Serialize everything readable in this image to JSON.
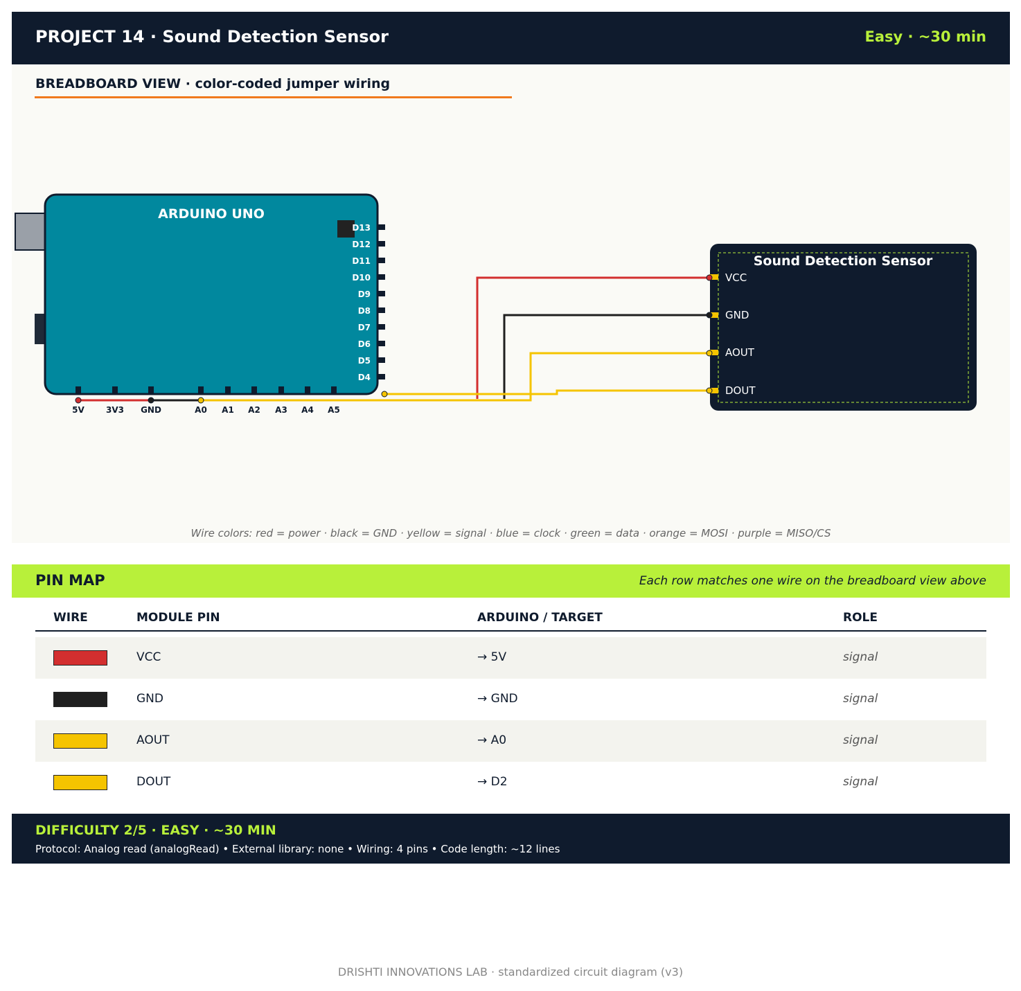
{
  "header": {
    "title": "PROJECT 14 · Sound Detection Sensor",
    "meta": "Easy · ~30 min"
  },
  "breadboard": {
    "title": "BREADBOARD VIEW · color-coded jumper wiring",
    "board_label": "ARDUINO UNO",
    "digital_pins": [
      "D13",
      "D12",
      "D11",
      "D10",
      "D9",
      "D8",
      "D7",
      "D6",
      "D5",
      "D4"
    ],
    "bottom_pins": [
      "5V",
      "3V3",
      "GND",
      "A0",
      "A1",
      "A2",
      "A3",
      "A4",
      "A5"
    ],
    "module": {
      "title": "Sound Detection Sensor",
      "pins": [
        "VCC",
        "GND",
        "AOUT",
        "DOUT"
      ]
    },
    "wire_legend": "Wire colors: red = power · black = GND · yellow = signal · blue = clock · green = data · orange = MOSI · purple = MISO/CS"
  },
  "colors": {
    "navy": "#0f1b2d",
    "lime": "#b8f03a",
    "orange": "#f07a1e",
    "board": "#01889e",
    "wire_red": "#d32f2f",
    "wire_black": "#1f1f1f",
    "wire_yellow": "#f5c400"
  },
  "pin_map": {
    "title": "PIN MAP",
    "subtitle": "Each row matches one wire on the breadboard view above",
    "headers": {
      "wire": "WIRE",
      "module_pin": "MODULE PIN",
      "target": "ARDUINO / TARGET",
      "role": "ROLE"
    },
    "rows": [
      {
        "color": "#d32f2f",
        "module_pin": "VCC",
        "target": "→ 5V",
        "role": "signal"
      },
      {
        "color": "#1f1f1f",
        "module_pin": "GND",
        "target": "→ GND",
        "role": "signal"
      },
      {
        "color": "#f5c400",
        "module_pin": "AOUT",
        "target": "→ A0",
        "role": "signal"
      },
      {
        "color": "#f5c400",
        "module_pin": "DOUT",
        "target": "→ D2",
        "role": "signal"
      }
    ]
  },
  "footer": {
    "title": "DIFFICULTY 2/5  ·  EASY  ·  ~30 MIN",
    "details": "Protocol: Analog read (analogRead)  •  External library: none  •  Wiring: 4 pins  •  Code length: ~12 lines"
  },
  "credit": "DRISHTI INNOVATIONS LAB · standardized circuit diagram (v3)"
}
